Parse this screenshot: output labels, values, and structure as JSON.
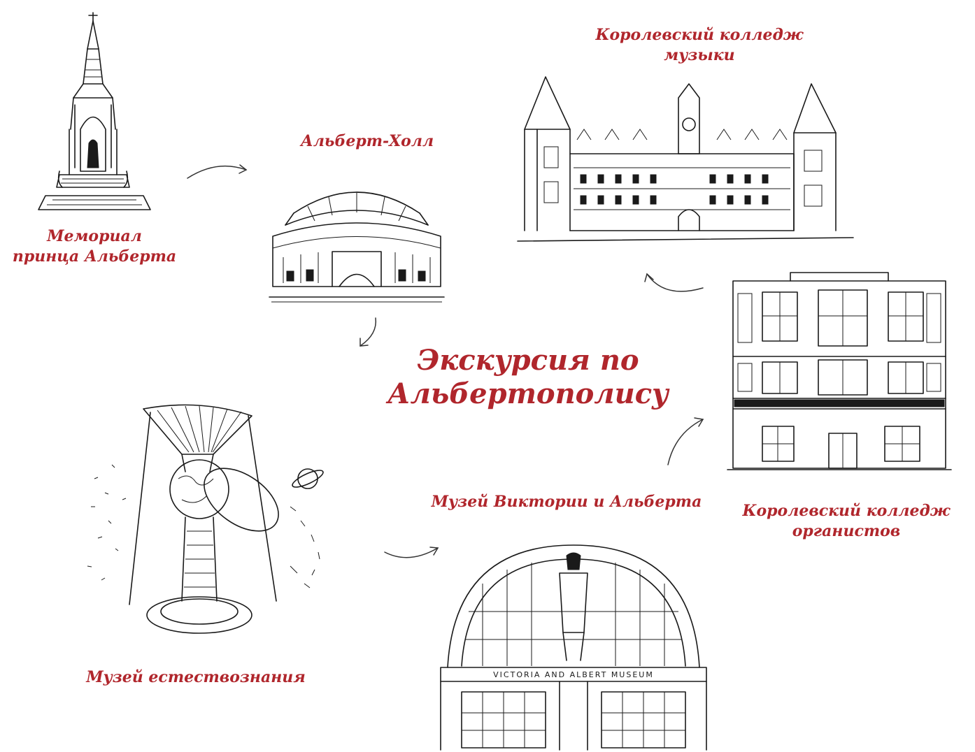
{
  "title": "Экскурсия по\nАльбертополису",
  "places": {
    "albert_memorial": "Мемориал\nпринца Альберта",
    "albert_hall": "Альберт-Холл",
    "royal_college_music": "Королевский колледж\nмузыки",
    "royal_college_organists": "Королевский колледж\nорганистов",
    "va_museum": "Музей Виктории и Альберта",
    "natural_history_museum": "Музей естествознания"
  },
  "va_facade_text": "VICTORIA AND ALBERT MUSEUM",
  "colors": {
    "accent": "#b0262c",
    "ink": "#1a1a1a"
  }
}
